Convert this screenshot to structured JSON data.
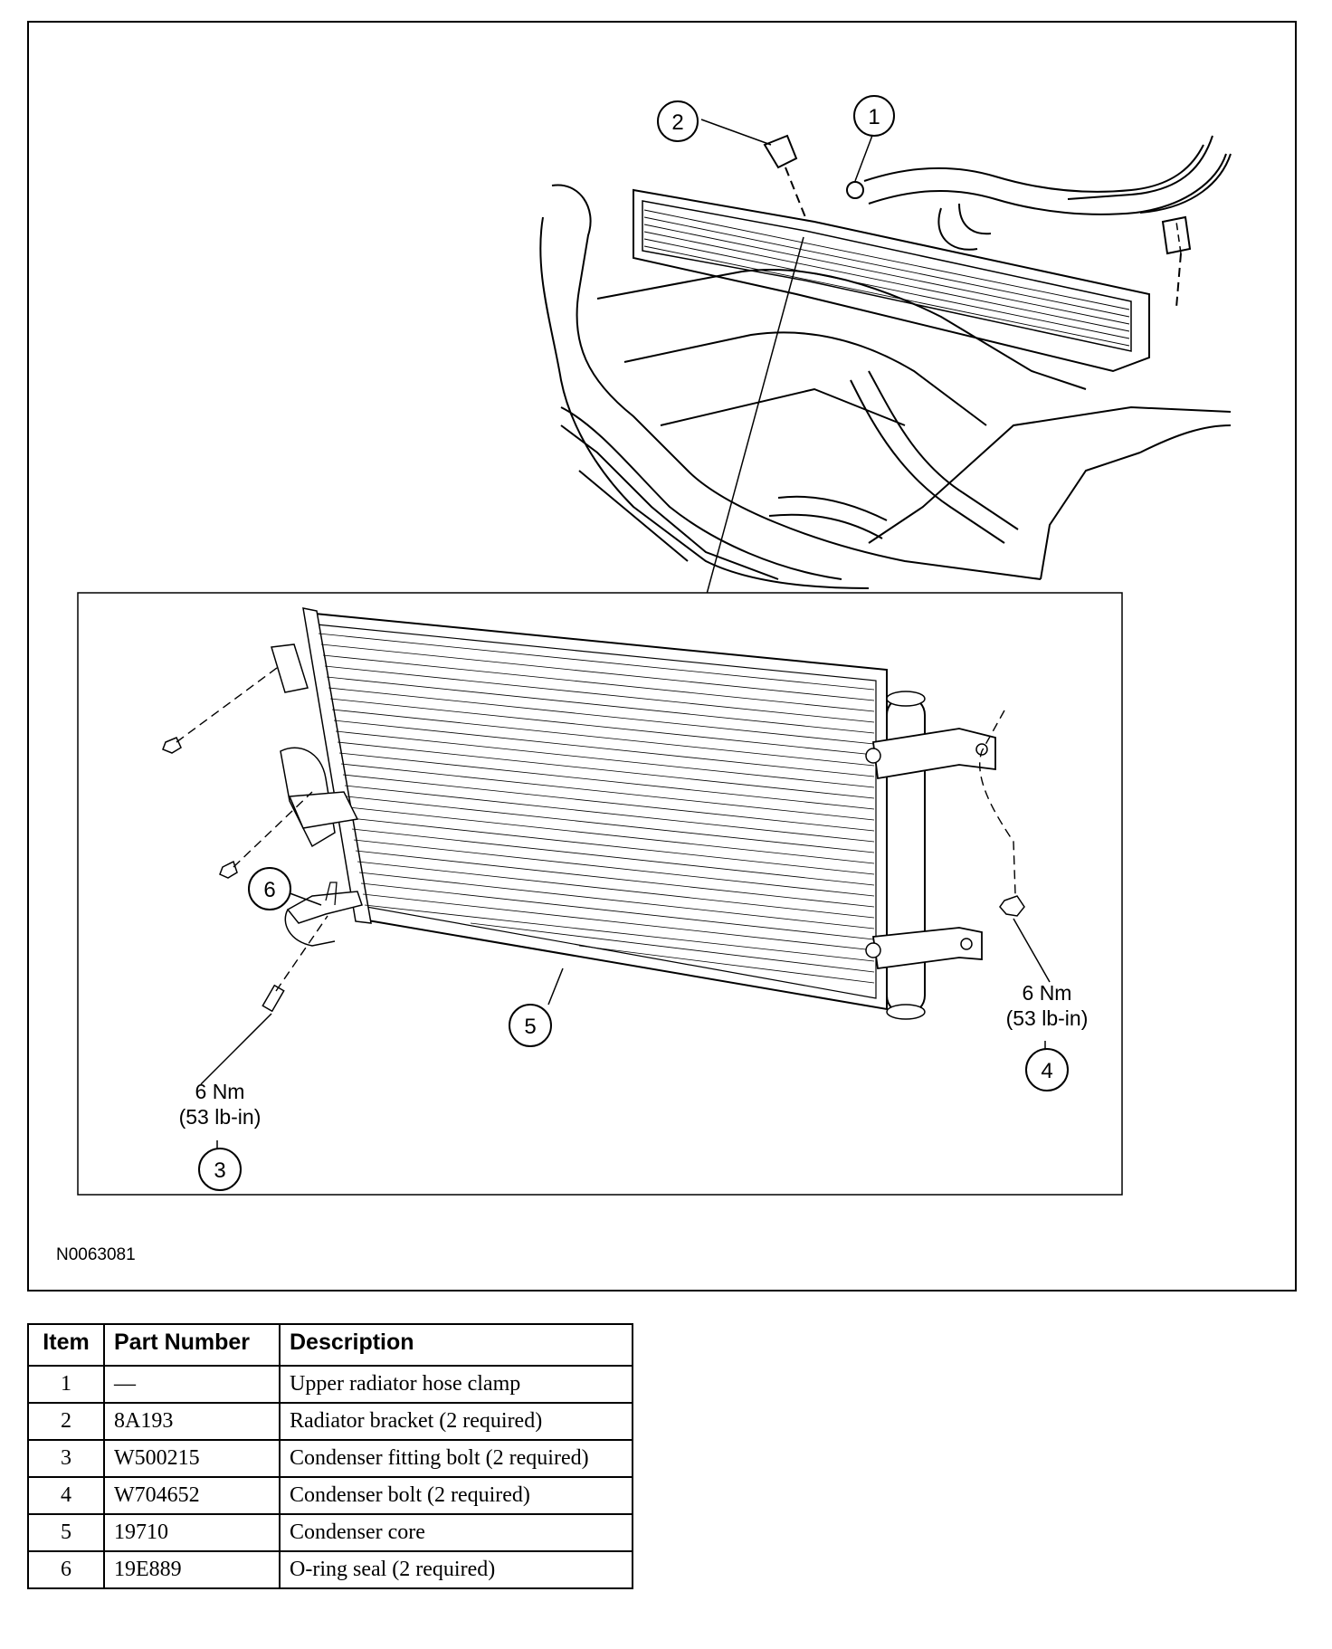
{
  "figure": {
    "id": "N0063081",
    "callouts": [
      "1",
      "2",
      "3",
      "4",
      "5",
      "6"
    ],
    "torque_left": {
      "nm": "6 Nm",
      "lbin": "(53 lb-in)"
    },
    "torque_right": {
      "nm": "6 Nm",
      "lbin": "(53 lb-in)"
    }
  },
  "table": {
    "headers": [
      "Item",
      "Part Number",
      "Description"
    ],
    "rows": [
      {
        "item": "1",
        "part": "—",
        "desc": "Upper radiator hose clamp"
      },
      {
        "item": "2",
        "part": "8A193",
        "desc": "Radiator bracket (2 required)"
      },
      {
        "item": "3",
        "part": "W500215",
        "desc": "Condenser fitting bolt (2 required)"
      },
      {
        "item": "4",
        "part": "W704652",
        "desc": "Condenser bolt (2 required)"
      },
      {
        "item": "5",
        "part": "19710",
        "desc": "Condenser core"
      },
      {
        "item": "6",
        "part": "19E889",
        "desc": "O-ring seal (2 required)"
      }
    ]
  }
}
